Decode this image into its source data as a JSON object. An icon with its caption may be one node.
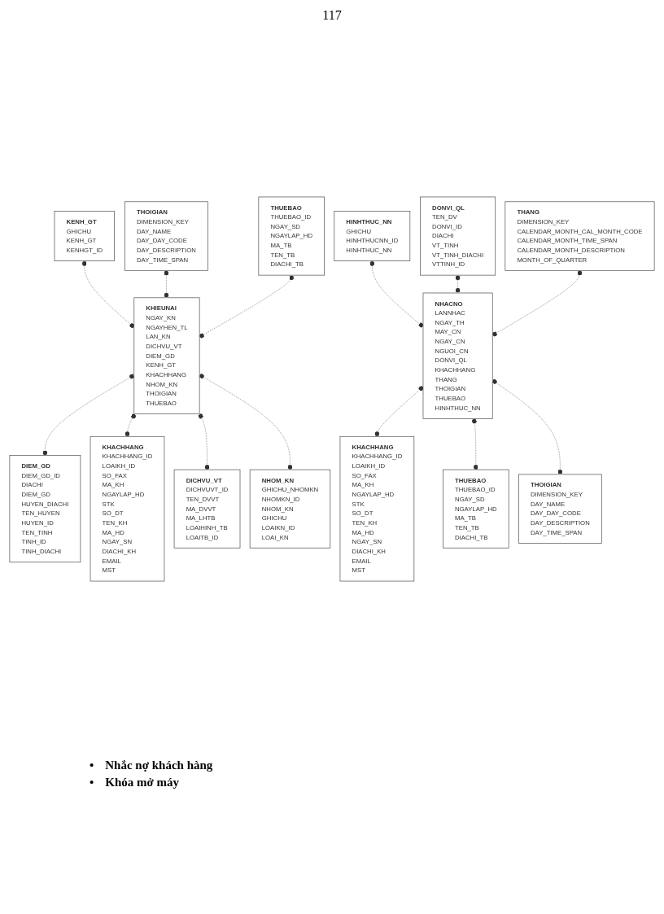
{
  "diagram": {
    "nodes": [
      {
        "text": [
          "THOIGIAN",
          "DIMENSION_KEY",
          "DAY_NAME",
          "DAY_DAY_CODE",
          "DAY_DESCRIPTION",
          "DAY_TIME_SPAN"
        ]
      },
      {
        "text": [
          "KENH_GT",
          "GHICHU",
          "KENH_GT",
          "KENHGT_ID"
        ]
      },
      {
        "text": [
          "THUEBAO",
          "THUEBAO_ID",
          "NGAY_SD",
          "NGAYLAP_HD",
          "MA_TB",
          "TEN_TB",
          "DIACHI_TB"
        ]
      },
      {
        "text": [
          "DIEM_GD",
          "DIEM_GD_ID",
          "DIACHI",
          "DIEM_GD",
          "HUYEN_DIACHI",
          "TEN_HUYEN",
          "HUYEN_ID",
          "TEN_TINH",
          "TINH_ID",
          "TINH_DIACHI"
        ]
      },
      {
        "text": [
          "KHIEUNAI",
          "NGAY_KN",
          "NGAYHEN_TL",
          "LAN_KN",
          "DICHVU_VT",
          "DIEM_GD",
          "KENH_GT",
          "KHACHHANG",
          "NHOM_KN",
          "THOIGIAN",
          "THUEBAO"
        ]
      },
      {
        "text": [
          "KHACHHANG",
          "KHACHHANG_ID",
          "LOAIKH_ID",
          "SO_FAX",
          "MA_KH",
          "NGAYLAP_HD",
          "STK",
          "SO_DT",
          "TEN_KH",
          "MA_HD",
          "NGAY_SN",
          "DIACHI_KH",
          "EMAIL",
          "MST"
        ]
      },
      {
        "text": [
          "DICHVU_VT",
          "DICHVUVT_ID",
          "TEN_DVVT",
          "MA_DVVT",
          "MA_LHTB",
          "LOAIHINH_TB",
          "LOAITB_ID"
        ]
      },
      {
        "text": [
          "NHOM_KN",
          "GHICHU_NHOMKN",
          "NHOMKN_ID",
          "NHOM_KN",
          "GHICHU",
          "LOAIKN_ID",
          "LOAI_KN"
        ]
      },
      {
        "text": [
          "HINHTHUC_NN",
          "GHICHU",
          "HINHTHUCNN_ID",
          "HINHTHUC_NN"
        ]
      },
      {
        "text": [
          "DONVI_QL",
          "TEN_DV",
          "DONVI_ID",
          "DIACHI",
          "VT_TINH",
          "VT_TINH_DIACHI",
          "VTTINH_ID"
        ]
      },
      {
        "text": [
          "NHACNO",
          "LANNHAC",
          "NGAY_TH",
          "MAY_CN",
          "NGAY_CN",
          "NGUOI_CN",
          "DONVI_QL",
          "KHACHHANG",
          "THANG",
          "THOIGIAN",
          "THUEBAO",
          "HINHTHUC_NN"
        ]
      },
      {
        "text": [
          "THANG",
          "DIMENSION_KEY",
          "CALENDAR_MONTH_CAL_MONTH_CODE",
          "CALENDAR_MONTH_TIME_SPAN",
          "CALENDAR_MONTH_DESCRIPTION",
          "MONTH_OF_QUARTER"
        ]
      },
      {
        "text": [
          "KHACHHANG",
          "KHACHHANG_ID",
          "LOAIKH_ID",
          "SO_FAX",
          "MA_KH",
          "NGAYLAP_HD",
          "STK",
          "SO_DT",
          "TEN_KH",
          "MA_HD",
          "NGAY_SN",
          "DIACHI_KH",
          "EMAIL",
          "MST"
        ]
      },
      {
        "text": [
          "THUEBAO",
          "THUEBAO_ID",
          "NGAY_SD",
          "NGAYLAP_HD",
          "MA_TB",
          "TEN_TB",
          "DIACHI_TB"
        ]
      },
      {
        "text": [
          "THOIGIAN",
          "DIMENSION_KEY",
          "DAY_NAME",
          "DAY_DAY_CODE",
          "DAY_DESCRIPTION",
          "DAY_TIME_SPAN"
        ]
      }
    ],
    "edges": [
      {
        "from": 1,
        "to": 4,
        "arrow": "other",
        "style": "dashed"
      },
      {
        "from": 0,
        "to": 4,
        "arrow": "other",
        "style": "dashed"
      },
      {
        "from": 2,
        "to": 4,
        "arrow": "other",
        "style": "dashed"
      },
      {
        "from": 4,
        "to": 3,
        "arrow": "other",
        "style": "dashed"
      },
      {
        "from": 4,
        "to": 5,
        "arrow": "other",
        "style": "dashed"
      },
      {
        "from": 4,
        "to": 6,
        "arrow": "other",
        "style": "dashed"
      },
      {
        "from": 4,
        "to": 7,
        "arrow": "other",
        "style": "dashed"
      },
      {
        "from": 8,
        "to": 10,
        "arrow": "other",
        "style": "dashed"
      },
      {
        "from": 9,
        "to": 10,
        "arrow": "other",
        "style": "dashed"
      },
      {
        "from": 11,
        "to": 10,
        "arrow": "other",
        "style": "dashed"
      },
      {
        "from": 10,
        "to": 12,
        "arrow": "other",
        "style": "dashed"
      },
      {
        "from": 10,
        "to": 13,
        "arrow": "other",
        "style": "dashed"
      },
      {
        "from": 10,
        "to": 14,
        "arrow": "other",
        "style": "dashed"
      }
    ],
    "labels": [
      "117",
      "•",
      "Nhắc nợ khách hàng",
      "•",
      "Khóa mở máy"
    ]
  }
}
